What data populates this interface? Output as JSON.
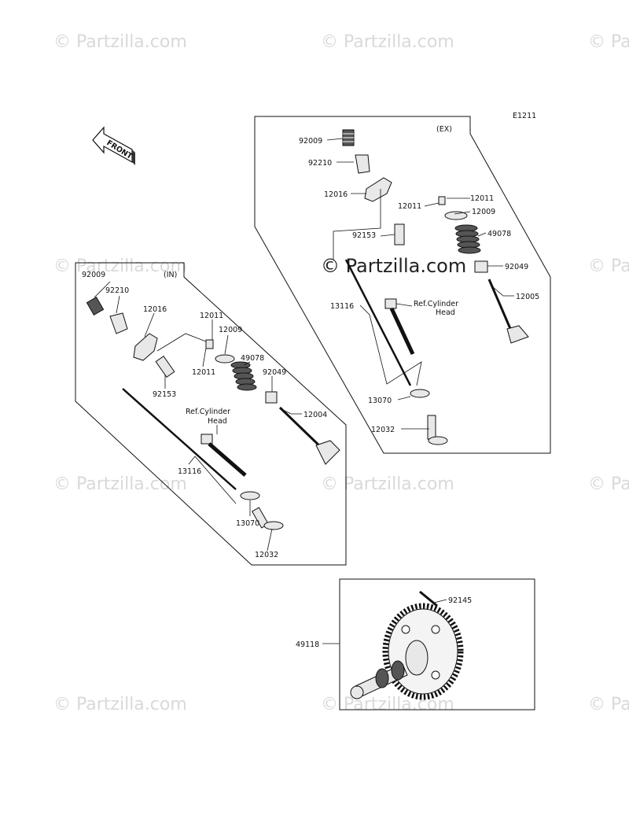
{
  "diagram_code": "E1211",
  "front_label": "FRONT",
  "watermark": {
    "text": "© Partzilla.com",
    "center_text": "© Partzilla.com"
  },
  "ex_group": {
    "tag": "(EX)",
    "labels": {
      "p92009": "92009",
      "p92210": "92210",
      "p12016": "12016",
      "p12011a": "12011",
      "p12011b": "12011",
      "p12009": "12009",
      "p92153": "92153",
      "p49078": "49078",
      "p92049": "92049",
      "p13116": "13116",
      "ref_line1": "Ref.Cylinder",
      "ref_line2": "Head",
      "p12005": "12005",
      "p13070": "13070",
      "p12032": "12032"
    }
  },
  "in_group": {
    "tag": "(IN)",
    "labels": {
      "p92009": "92009",
      "p92210": "92210",
      "p12016": "12016",
      "p12011a": "12011",
      "p12009": "12009",
      "p49078": "49078",
      "p92049": "92049",
      "p12011b": "12011",
      "p92153": "92153",
      "ref_line1": "Ref.Cylinder",
      "ref_line2": "Head",
      "p12004": "12004",
      "p13116": "13116",
      "p13070": "13070",
      "p12032": "12032"
    }
  },
  "cam_group": {
    "labels": {
      "p92145": "92145",
      "p49118": "49118"
    }
  }
}
